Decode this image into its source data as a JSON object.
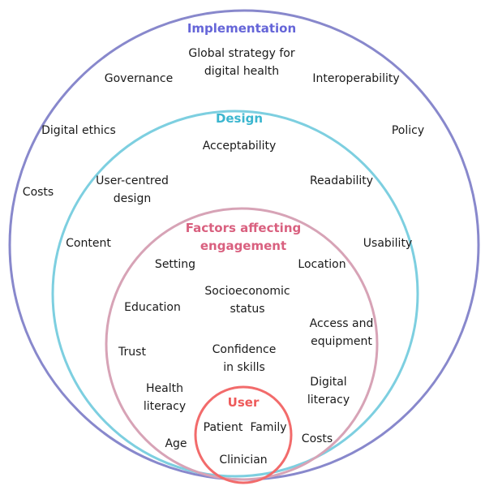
{
  "colors": {
    "implementation": "#8888cc",
    "design": "#7dcfe0",
    "engagement": "#d7a3b6",
    "user": "#f26b6b",
    "implementation_heading": "#6565d8",
    "design_heading": "#3bb6cf",
    "engagement_heading": "#d9607f",
    "user_heading": "#ee5a5a"
  },
  "implementation": {
    "heading": "Implementation",
    "items": [
      "Global strategy for\ndigital health",
      "Governance",
      "Interoperability",
      "Digital ethics",
      "Policy",
      "Costs"
    ]
  },
  "design": {
    "heading": "Design",
    "items": [
      "Acceptability",
      "User-centred\ndesign",
      "Readability",
      "Content",
      "Usability"
    ]
  },
  "engagement": {
    "heading": "Factors affecting\nengagement",
    "items": [
      "Setting",
      "Location",
      "Socioeconomic\nstatus",
      "Education",
      "Access and\nequipment",
      "Trust",
      "Confidence\nin skills",
      "Health\nliteracy",
      "Digital\nliteracy",
      "Age",
      "Costs"
    ]
  },
  "user": {
    "heading": "User",
    "items": [
      "Patient",
      "Family",
      "Clinician"
    ]
  }
}
